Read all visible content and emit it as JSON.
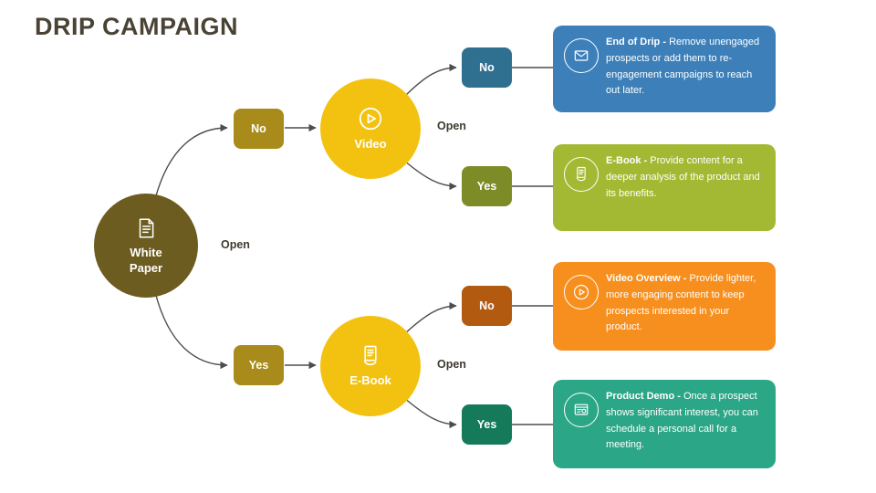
{
  "title": "DRIP CAMPAIGN",
  "nodes": {
    "white_paper": {
      "label": "White Paper",
      "open_label": "Open",
      "icon": "document-icon",
      "color": "#6d5c1f"
    },
    "video": {
      "label": "Video",
      "open_label": "Open",
      "icon": "play-icon",
      "color": "#f3c211"
    },
    "ebook": {
      "label": "E-Book",
      "open_label": "Open",
      "icon": "ebook-icon",
      "color": "#f3c211"
    }
  },
  "branches": {
    "wp_no": {
      "label": "No",
      "color": "#a88b1a"
    },
    "wp_yes": {
      "label": "Yes",
      "color": "#a88b1a"
    },
    "video_no": {
      "label": "No",
      "color": "#2f6f90"
    },
    "video_yes": {
      "label": "Yes",
      "color": "#7e8c28"
    },
    "ebook_no": {
      "label": "No",
      "color": "#b15a10"
    },
    "ebook_yes": {
      "label": "Yes",
      "color": "#157a5a"
    }
  },
  "outcomes": [
    {
      "title": "End of Drip -",
      "body": "Remove unengaged prospects or add them to re-engagement campaigns to reach out later.",
      "color": "#3d80b9",
      "icon": "envelope-icon"
    },
    {
      "title": "E-Book -",
      "body": "Provide content for a deeper analysis of the product and its benefits.",
      "color": "#a4b933",
      "icon": "ebook-icon"
    },
    {
      "title": "Video Overview -",
      "body": "Provide lighter, more engaging content to keep prospects interested in your product.",
      "color": "#f78f1e",
      "icon": "play-icon"
    },
    {
      "title": "Product Demo -",
      "body": "Once a prospect shows significant interest, you can schedule a personal call for a meeting.",
      "color": "#2ba687",
      "icon": "demo-icon"
    }
  ],
  "connector_color": "#4d4d4d"
}
